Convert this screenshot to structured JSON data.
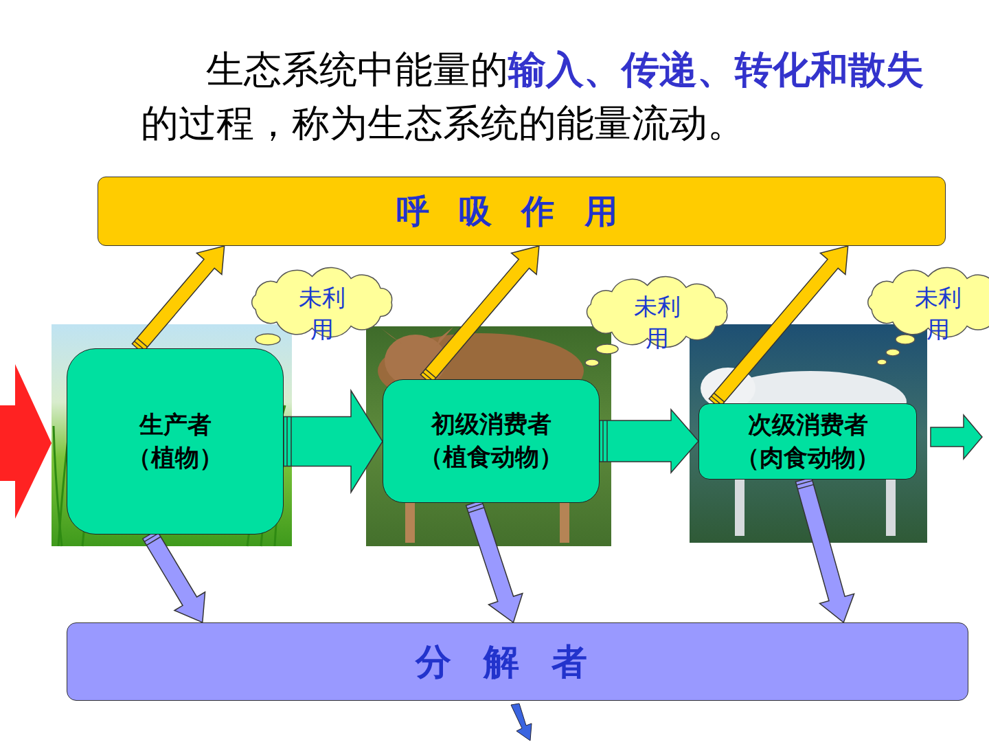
{
  "diagram": {
    "title": "生态系统中能量的输入、传递、转化和散失的过程，称为生态系统的能量流动。",
    "nodes": [
      {
        "text": [
          "呼吸作用"
        ]
      },
      {
        "text": [
          "未利用"
        ]
      },
      {
        "text": [
          "未利用"
        ]
      },
      {
        "text": [
          "未利用"
        ]
      },
      {
        "text": [
          "生产者",
          "（植物）"
        ]
      },
      {
        "text": [
          "初级消费者",
          "（植食动物）"
        ]
      },
      {
        "text": [
          "次级消费者",
          "（肉食动物）"
        ]
      },
      {
        "text": [
          "分解者"
        ]
      }
    ],
    "edges": [
      {
        "from": 4,
        "to": 5,
        "arrow": "to"
      },
      {
        "from": 5,
        "to": 6,
        "arrow": "to"
      },
      {
        "from": 4,
        "to": 0,
        "arrow": "to"
      },
      {
        "from": 5,
        "to": 0,
        "arrow": "to"
      },
      {
        "from": 6,
        "to": 0,
        "arrow": "to"
      },
      {
        "from": 4,
        "to": 7,
        "arrow": "to"
      },
      {
        "from": 5,
        "to": 7,
        "arrow": "to"
      },
      {
        "from": 6,
        "to": 7,
        "arrow": "to"
      }
    ]
  }
}
